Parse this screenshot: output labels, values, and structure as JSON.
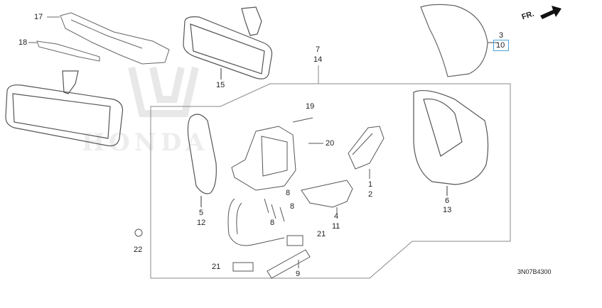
{
  "diagram": {
    "code": "3N07B4300",
    "front_marker": "FR.",
    "watermark_text": "HONDA",
    "callouts": [
      "1",
      "2",
      "3",
      "4",
      "5",
      "6",
      "7",
      "8",
      "8",
      "8",
      "9",
      "10",
      "11",
      "12",
      "13",
      "14",
      "15",
      "17",
      "18",
      "19",
      "20",
      "21",
      "21",
      "22"
    ],
    "labels": {
      "l17": "17",
      "l18": "18",
      "l15": "15",
      "l7": "7",
      "l14": "14",
      "l3": "3",
      "l10": "10",
      "l19": "19",
      "l20": "20",
      "l1": "1",
      "l2": "2",
      "l6": "6",
      "l13": "13",
      "l8a": "8",
      "l8b": "8",
      "l8c": "8",
      "l4": "4",
      "l11": "11",
      "l5": "5",
      "l12": "12",
      "l21a": "21",
      "l21b": "21",
      "l9": "9",
      "l22": "22"
    },
    "highlighted_callout": "10"
  }
}
